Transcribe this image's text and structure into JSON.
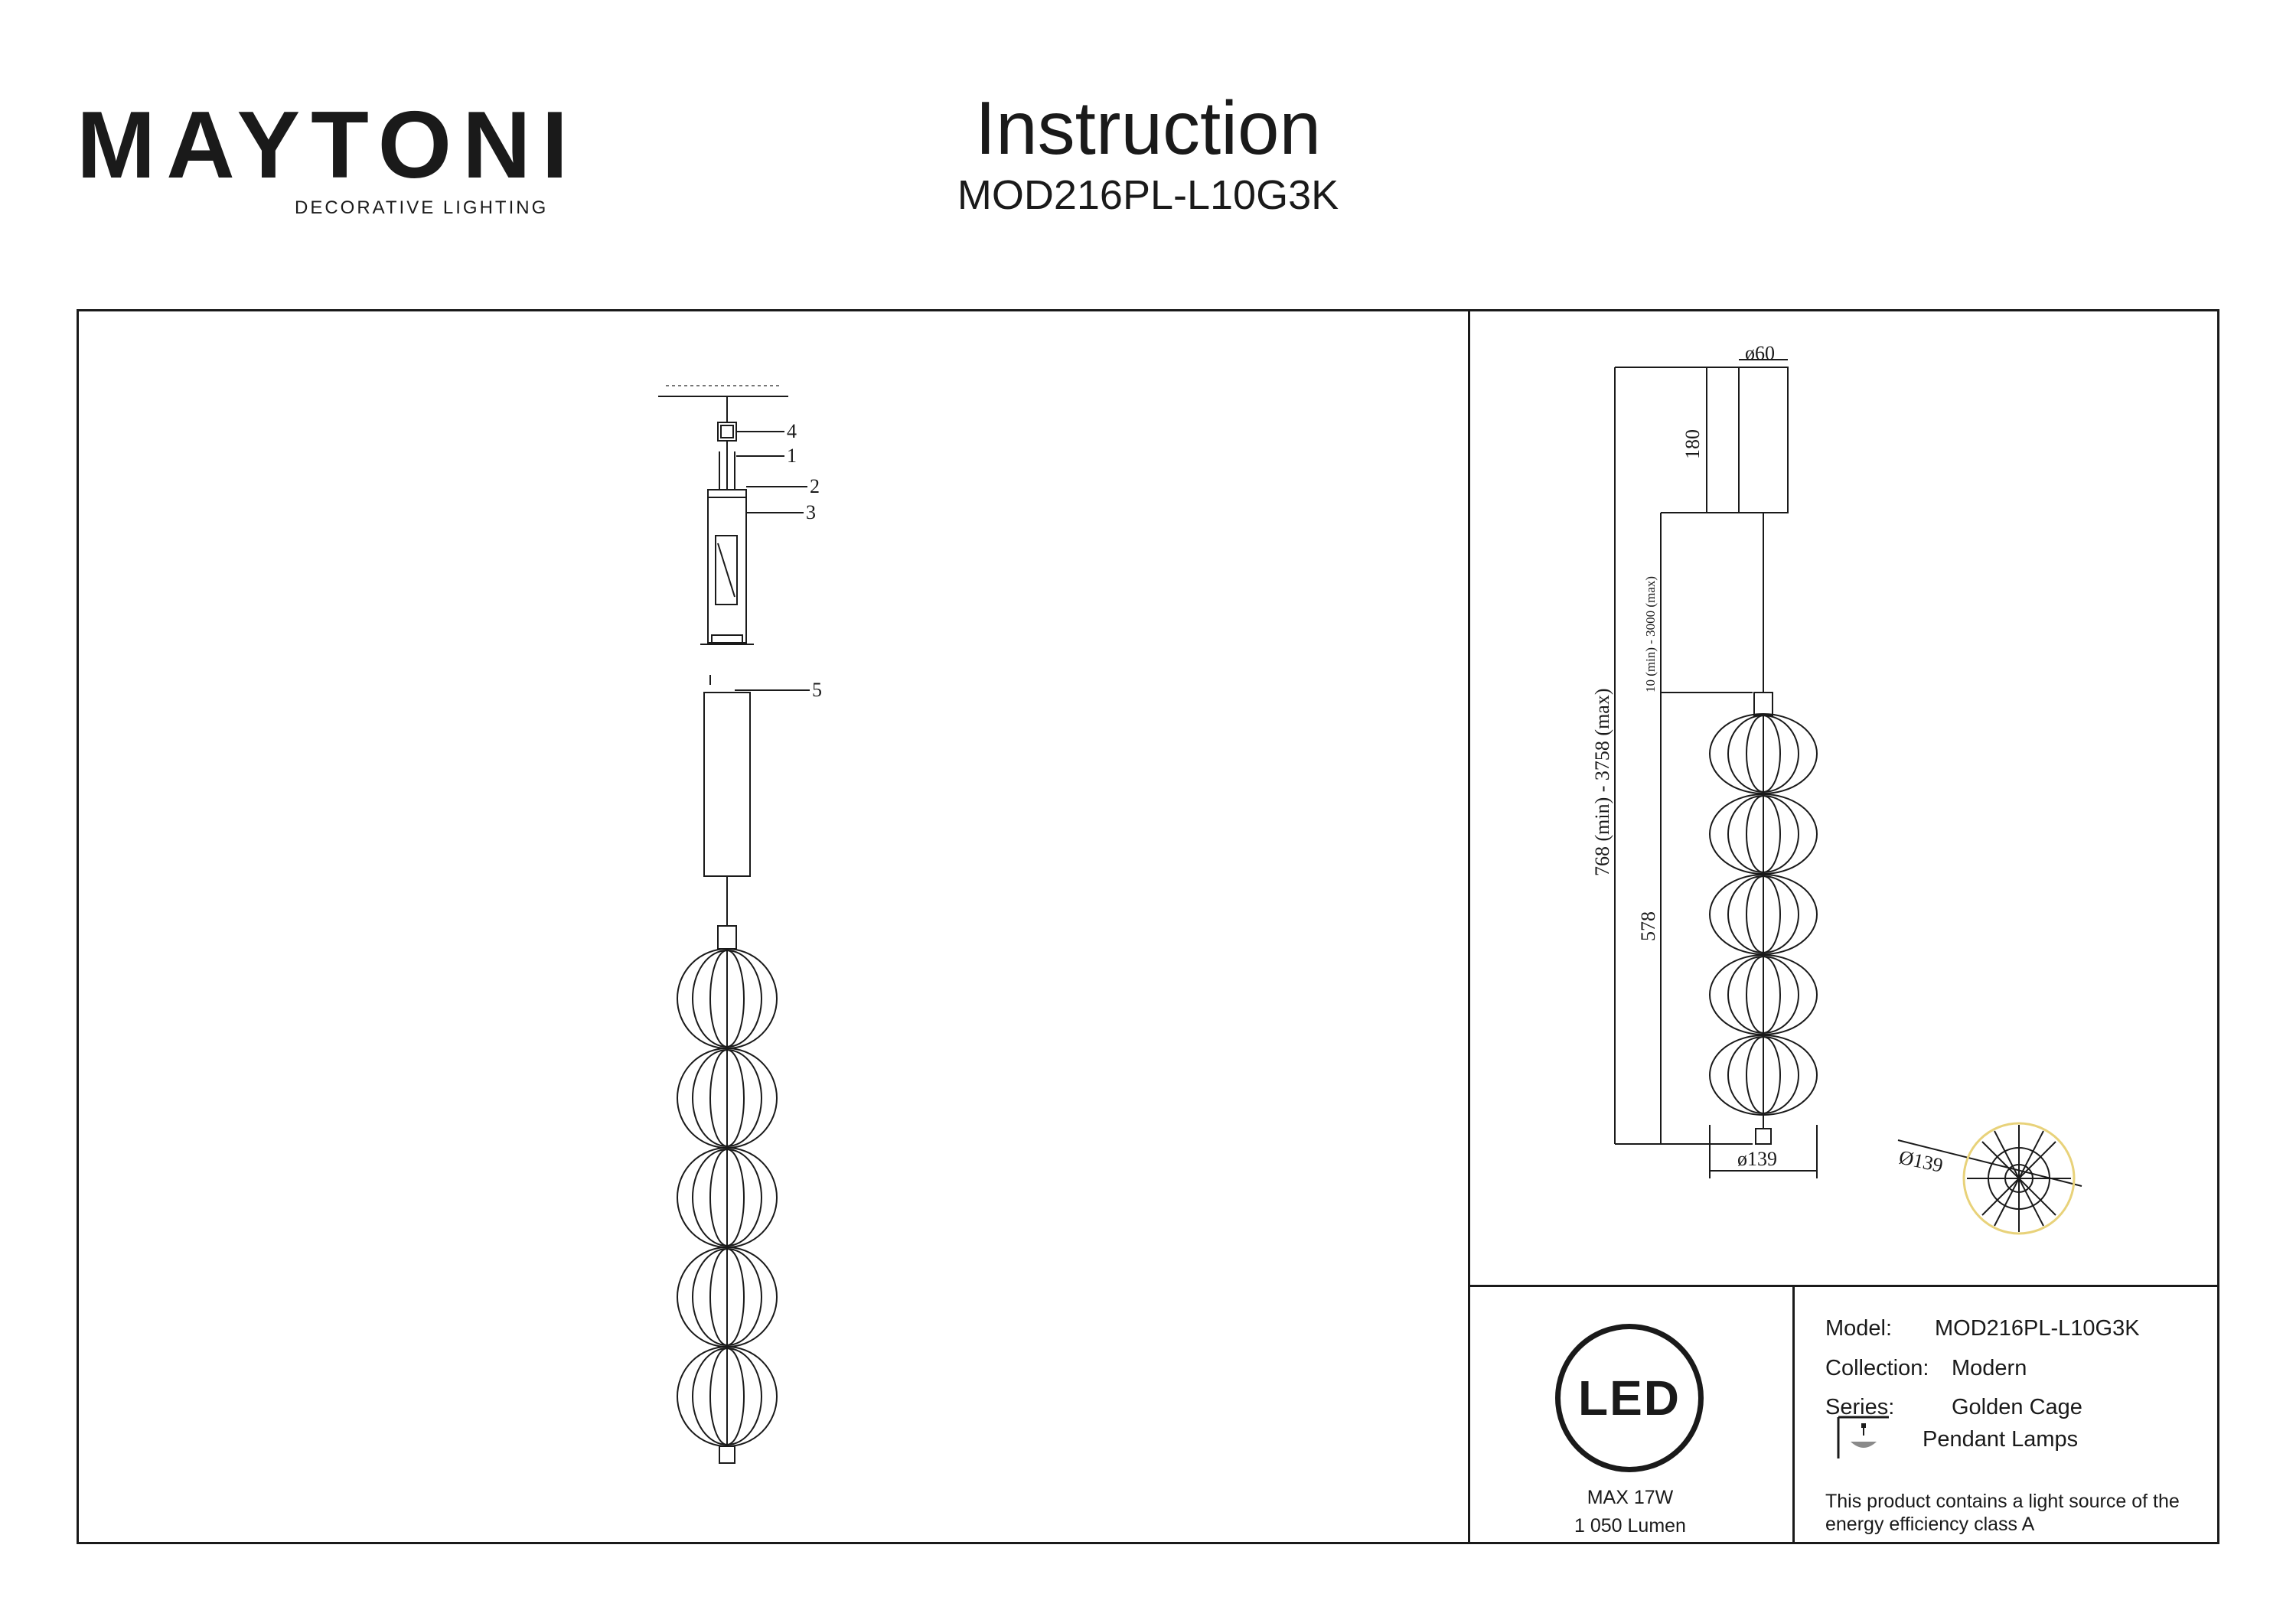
{
  "brand": {
    "name": "MAYTONI",
    "tagline": "DECORATIVE LIGHTING"
  },
  "header": {
    "title": "Instruction",
    "model_code": "MOD216PL-L10G3K"
  },
  "assembly": {
    "callouts": [
      "4",
      "1",
      "2",
      "3",
      "5"
    ]
  },
  "dimensions": {
    "canopy_diameter": "ø60",
    "canopy_height": "180",
    "cable_length": "10 (min) - 3000 (max)",
    "total_height": "768 (min) - 3758 (max)",
    "body_height": "578",
    "body_diameter": "ø139",
    "top_view_diameter": "Ø139"
  },
  "led": {
    "badge": "LED",
    "power": "MAX 17W",
    "flux": "1 050 Lumen"
  },
  "specs": {
    "model_label": "Model:",
    "model_value": "MOD216PL-L10G3K",
    "collection_label": "Collection:",
    "collection_value": "Modern",
    "series_label": "Series:",
    "series_value": "Golden Cage",
    "type_value": "Pendant Lamps",
    "energy_note": "This product contains a light source of the energy efficiency class A"
  },
  "colors": {
    "ink": "#1a1a1a",
    "brand_accent": "#6b1f5e",
    "top_view_ring": "#e8d27a"
  }
}
